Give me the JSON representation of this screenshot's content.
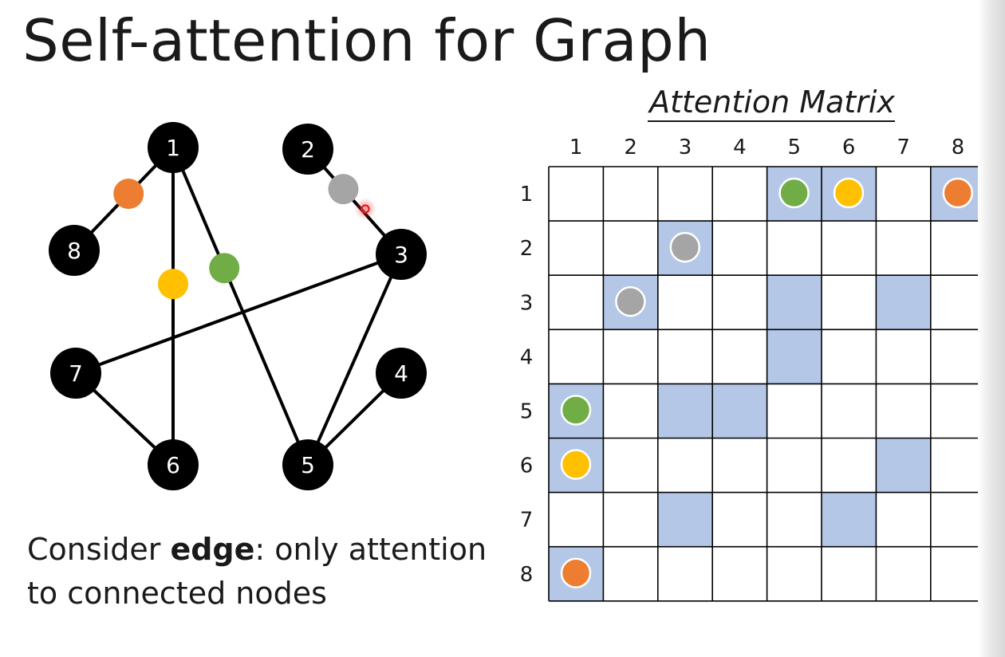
{
  "title": "Self-attention for Graph",
  "caption": {
    "line1_prefix": "Consider ",
    "line1_bold": "edge",
    "line1_suffix": ": only attention",
    "line2": "to connected nodes"
  },
  "graph": {
    "nodes": [
      "1",
      "2",
      "3",
      "4",
      "5",
      "6",
      "7",
      "8"
    ],
    "edges": [
      [
        "1",
        "8"
      ],
      [
        "1",
        "6"
      ],
      [
        "1",
        "5"
      ],
      [
        "2",
        "3"
      ],
      [
        "3",
        "7"
      ],
      [
        "3",
        "5"
      ],
      [
        "5",
        "4"
      ],
      [
        "7",
        "6"
      ]
    ],
    "edge_markers": [
      {
        "edge": [
          "1",
          "8"
        ],
        "color": "#ED7D31"
      },
      {
        "edge": [
          "1",
          "6"
        ],
        "color": "#FFC000"
      },
      {
        "edge": [
          "1",
          "5"
        ],
        "color": "#70AD47"
      },
      {
        "edge": [
          "2",
          "3"
        ],
        "color": "#A5A5A5"
      }
    ]
  },
  "matrix": {
    "title": "Attention Matrix",
    "col_labels": [
      "1",
      "2",
      "3",
      "4",
      "5",
      "6",
      "7",
      "8"
    ],
    "row_labels": [
      "1",
      "2",
      "3",
      "4",
      "5",
      "6",
      "7",
      "8"
    ],
    "highlighted": [
      [
        1,
        5
      ],
      [
        1,
        6
      ],
      [
        1,
        8
      ],
      [
        2,
        3
      ],
      [
        3,
        2
      ],
      [
        3,
        5
      ],
      [
        3,
        7
      ],
      [
        4,
        5
      ],
      [
        5,
        1
      ],
      [
        5,
        3
      ],
      [
        5,
        4
      ],
      [
        6,
        1
      ],
      [
        6,
        7
      ],
      [
        7,
        3
      ],
      [
        7,
        6
      ],
      [
        8,
        1
      ]
    ],
    "markers": [
      {
        "row": 1,
        "col": 5,
        "color": "#70AD47"
      },
      {
        "row": 1,
        "col": 6,
        "color": "#FFC000"
      },
      {
        "row": 1,
        "col": 8,
        "color": "#ED7D31"
      },
      {
        "row": 2,
        "col": 3,
        "color": "#A5A5A5"
      },
      {
        "row": 3,
        "col": 2,
        "color": "#A5A5A5"
      },
      {
        "row": 5,
        "col": 1,
        "color": "#70AD47"
      },
      {
        "row": 6,
        "col": 1,
        "color": "#FFC000"
      },
      {
        "row": 8,
        "col": 1,
        "color": "#ED7D31"
      }
    ],
    "highlight_color": "#B4C7E7"
  }
}
